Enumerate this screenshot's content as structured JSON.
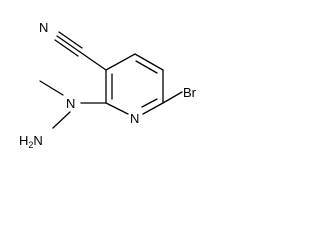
{
  "molecule": {
    "atoms": {
      "nitrile_n": "N",
      "ring_n": "N",
      "hydrazine_n": "N",
      "amino_h": "H",
      "amino_h_count": "2",
      "amino_n": "N",
      "bromine": "Br"
    },
    "colors": {
      "bond": "#000000",
      "label": "#000000",
      "background": "#ffffff"
    }
  }
}
